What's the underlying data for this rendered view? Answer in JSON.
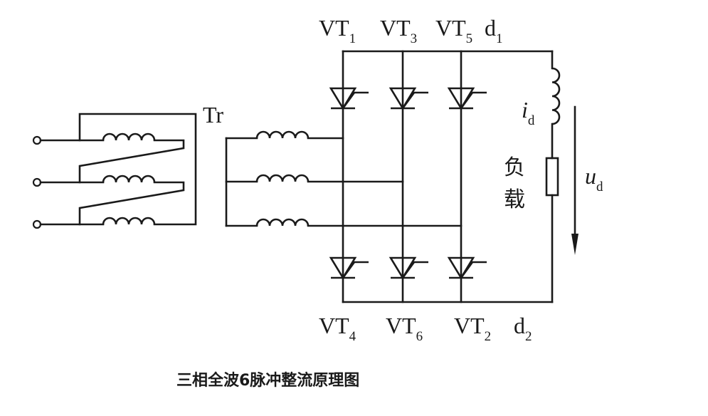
{
  "diagram": {
    "transformer_label": "Tr",
    "thyristors": [
      {
        "base": "VT",
        "sub": "1"
      },
      {
        "base": "VT",
        "sub": "3"
      },
      {
        "base": "VT",
        "sub": "5"
      },
      {
        "base": "VT",
        "sub": "4"
      },
      {
        "base": "VT",
        "sub": "6"
      },
      {
        "base": "VT",
        "sub": "2"
      }
    ],
    "node_top": {
      "base": "d",
      "sub": "1"
    },
    "node_bottom": {
      "base": "d",
      "sub": "2"
    },
    "current": {
      "base": "i",
      "sub": "d"
    },
    "voltage": {
      "base": "u",
      "sub": "d"
    },
    "load": [
      "负",
      "载"
    ],
    "caption": "三相全波6脉冲整流原理图"
  }
}
